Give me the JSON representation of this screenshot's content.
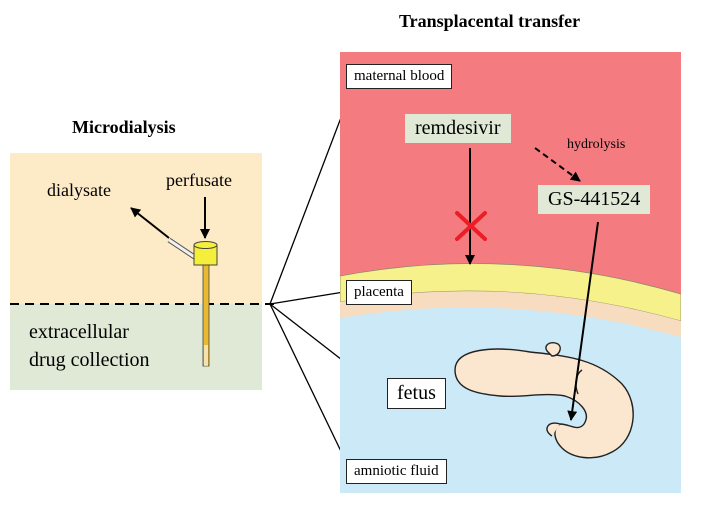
{
  "titles": {
    "microdialysis": "Microdialysis",
    "transplacental": "Transplacental transfer"
  },
  "microdialysis_panel": {
    "dialysate": "dialysate",
    "perfusate": "perfusate",
    "collection_line1": "extracellular",
    "collection_line2": "drug collection"
  },
  "transfer_panel": {
    "maternal_blood": "maternal blood",
    "placenta": "placenta",
    "fetus": "fetus",
    "amniotic_fluid": "amniotic fluid",
    "drug": "remdesivir",
    "metabolite": "GS-441524",
    "hydrolysis": "hydrolysis"
  },
  "colors": {
    "maternal_blood": "#f47c80",
    "placenta": "#f7f18c",
    "placenta_band": "#f8dcc0",
    "amniotic_fluid": "#cbe9f7",
    "fetus": "#fbe6cf",
    "microdialysis_top": "#fdebc8",
    "microdialysis_bottom": "#dfe9d6",
    "probe": "#f5ee3a",
    "blocked_cross": "#ee1c24",
    "compound_box": "#dfe9d6"
  },
  "icons": [
    "microdialysis-probe-icon",
    "blocked-cross-icon",
    "fetus-icon"
  ]
}
